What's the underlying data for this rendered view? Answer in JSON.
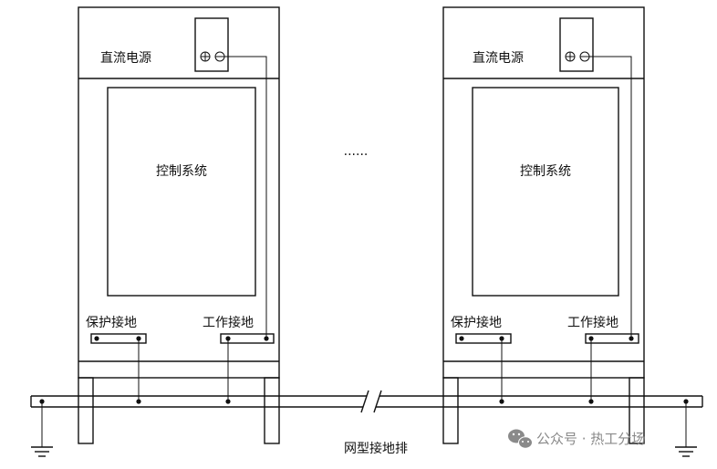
{
  "cabinets": [
    {
      "power_label": "直流电源",
      "control_label": "控制系统",
      "protect_ground_label": "保护接地",
      "work_ground_label": "工作接地"
    },
    {
      "power_label": "直流电源",
      "control_label": "控制系统",
      "protect_ground_label": "保护接地",
      "work_ground_label": "工作接地"
    }
  ],
  "ellipsis": "......",
  "terminal_symbols": {
    "plus": "⊕",
    "minus": "⊖"
  },
  "busbar_label": "网型接地排",
  "watermark": {
    "icon": "wechat-icon",
    "text": "公众号 · 热工分场"
  }
}
